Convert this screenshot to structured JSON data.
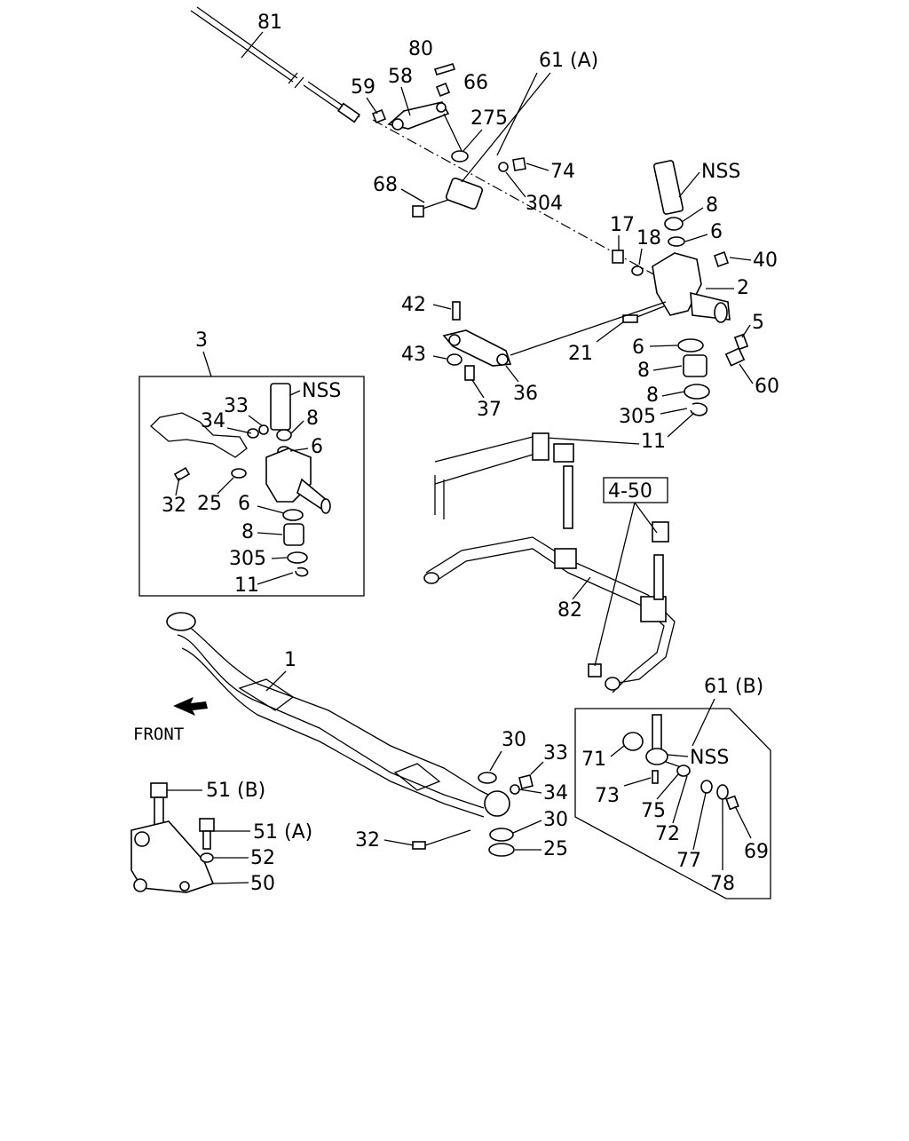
{
  "labels": {
    "l81": "81",
    "l80": "80",
    "l61a": "61 (A)",
    "l59": "59",
    "l58": "58",
    "l66": "66",
    "l275": "275",
    "l74": "74",
    "l68": "68",
    "l304": "304",
    "lnss1": "NSS",
    "l8a": "8",
    "l17": "17",
    "l18": "18",
    "l6a": "6",
    "l40": "40",
    "l2": "2",
    "l42": "42",
    "l5": "5",
    "l21": "21",
    "l6b": "6",
    "l43": "43",
    "l60": "60",
    "l8b": "8",
    "l8c": "8",
    "l37": "37",
    "l36": "36",
    "l305a": "305",
    "l11a": "11",
    "l3": "3",
    "lnss2": "NSS",
    "l33a": "33",
    "l34a": "34",
    "l8d": "8",
    "l6c": "6",
    "l32a": "32",
    "l25a": "25",
    "l6d": "6",
    "l8e": "8",
    "l305b": "305",
    "l11b": "11",
    "l450": "4-50",
    "l82": "82",
    "l1": "1",
    "lfront": "FRONT",
    "l61b": "61 (B)",
    "l30a": "30",
    "l33b": "33",
    "l71": "71",
    "lnss3": "NSS",
    "l51b": "51 (B)",
    "l34b": "34",
    "l73": "73",
    "l30b": "30",
    "l75": "75",
    "l72": "72",
    "l51a": "51 (A)",
    "l32b": "32",
    "l25b": "25",
    "l77": "77",
    "l69": "69",
    "l52": "52",
    "l50": "50",
    "l78": "78"
  },
  "icons": {
    "front_arrow": "front-direction-arrow-icon"
  }
}
